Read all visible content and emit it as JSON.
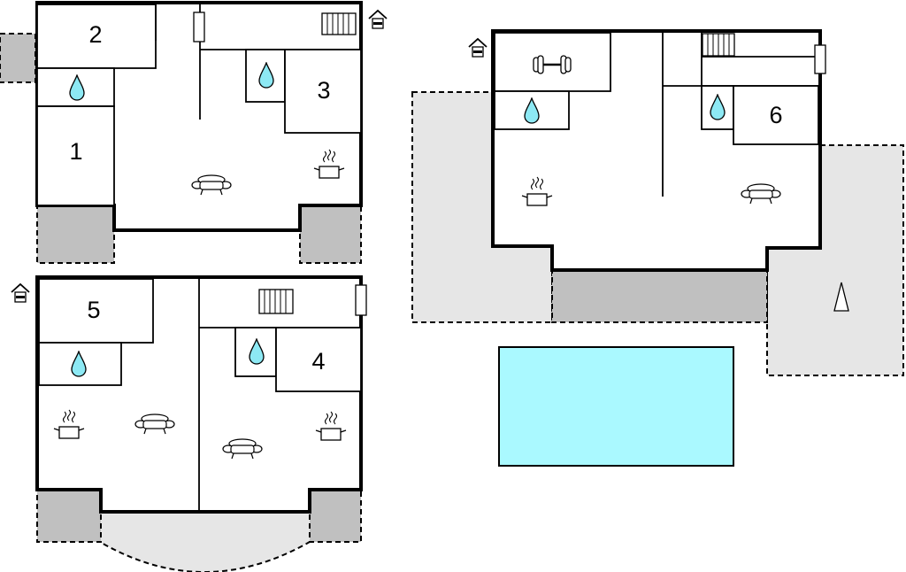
{
  "colors": {
    "wall": "#000000",
    "terrace": "#c0c0c0",
    "garden": "#e6e6e6",
    "pool": "#aaf9ff",
    "water": "#8de9f4"
  },
  "icons": [
    "house-icon",
    "water-drop-icon",
    "sofa-icon",
    "cooking-pot-icon",
    "radiator-icon",
    "window-icon",
    "dumbbell-icon",
    "tent-icon"
  ],
  "rooms": [
    {
      "number": "1"
    },
    {
      "number": "2"
    },
    {
      "number": "3"
    },
    {
      "number": "4"
    },
    {
      "number": "5"
    },
    {
      "number": "6"
    }
  ]
}
